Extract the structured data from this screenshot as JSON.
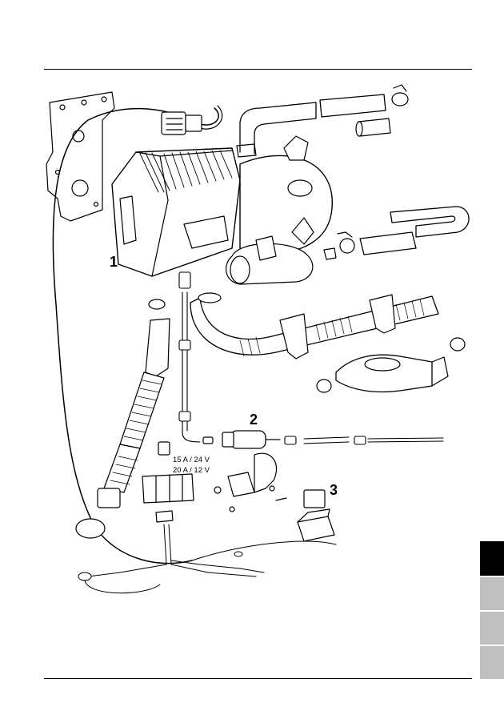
{
  "callouts": {
    "heater": "1",
    "fuel_pump": "2",
    "relay": "3"
  },
  "fuse_labels": {
    "fuse_24v": "15 A / 24 V",
    "fuse_12v": "20 A / 12 V"
  },
  "side_tabs": {
    "count": 4,
    "active_index": 0,
    "active_color": "#000000",
    "inactive_color": "#bfbfbf"
  }
}
